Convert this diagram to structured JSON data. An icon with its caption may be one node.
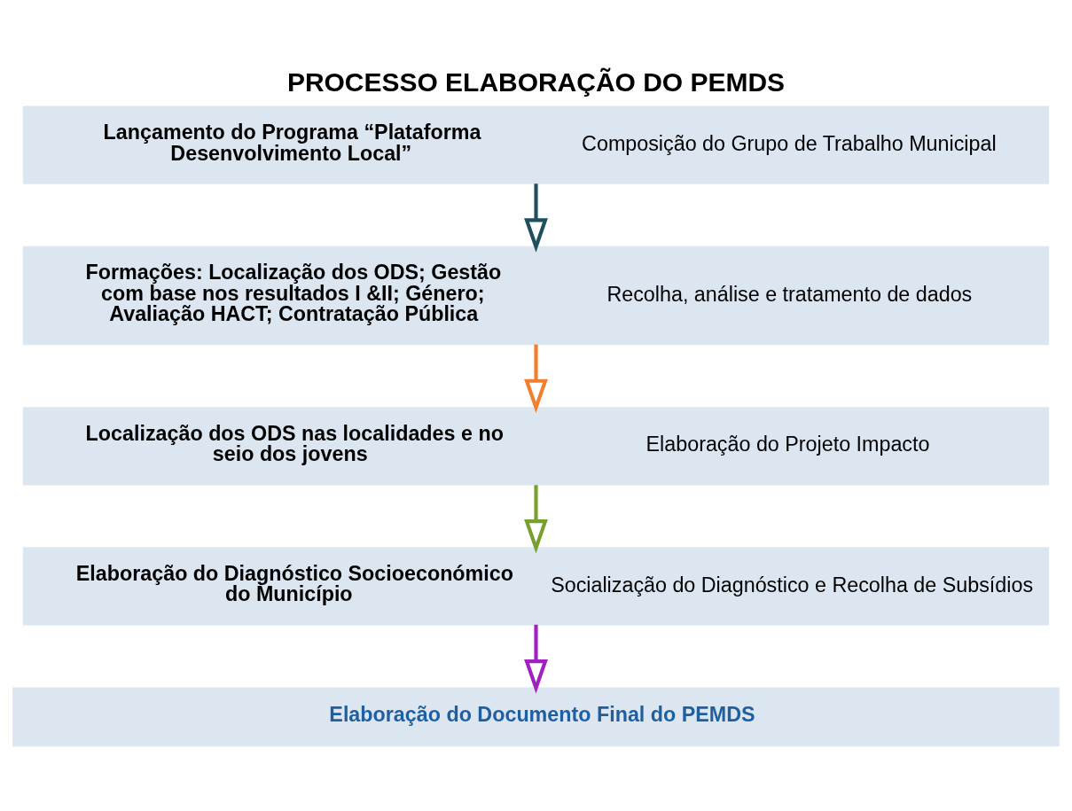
{
  "diagram": {
    "title": "PROCESSO ELABORAÇÃO DO PEMDS",
    "nodes": [
      {
        "text": [
          "Lançamento do Programa “Plataforma Desenvolvimento Local”",
          "Composição do Grupo de Trabalho Municipal"
        ]
      },
      {
        "text": [
          "Formações: Localização dos ODS; Gestão com base nos resultados I &II; Género; Avaliação HACT; Contratação Pública",
          "Recolha, análise e tratamento de dados"
        ]
      },
      {
        "text": [
          "Localização dos ODS nas localidades e no seio dos jovens",
          "Elaboração do Projeto Impacto"
        ]
      },
      {
        "text": [
          "Elaboração do Diagnóstico Socioeconómico do Município",
          "Socialização do Diagnóstico e Recolha de Subsídios"
        ]
      },
      {
        "text": [
          "Elaboração do Documento Final do PEMDS"
        ]
      }
    ],
    "edges": [
      {
        "from": 0,
        "to": 1,
        "arrow": "to",
        "color": "#1f4e5f"
      },
      {
        "from": 1,
        "to": 2,
        "arrow": "to",
        "color": "#f07f30"
      },
      {
        "from": 2,
        "to": 3,
        "arrow": "to",
        "color": "#77a030"
      },
      {
        "from": 3,
        "to": 4,
        "arrow": "to",
        "color": "#a020c0"
      }
    ]
  }
}
